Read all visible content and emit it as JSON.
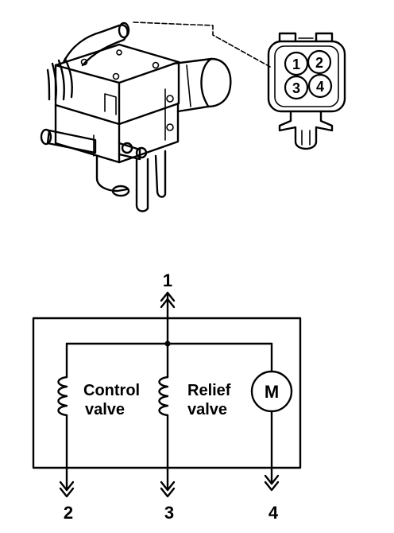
{
  "connector": {
    "pins": [
      "1",
      "2",
      "3",
      "4"
    ]
  },
  "circuit": {
    "terminals": {
      "t1": "1",
      "t2": "2",
      "t3": "3",
      "t4": "4"
    },
    "control_valve": {
      "line1": "Control",
      "line2": "valve"
    },
    "relief_valve": {
      "line1": "Relief",
      "line2": "valve"
    },
    "motor": {
      "label": "M"
    }
  }
}
